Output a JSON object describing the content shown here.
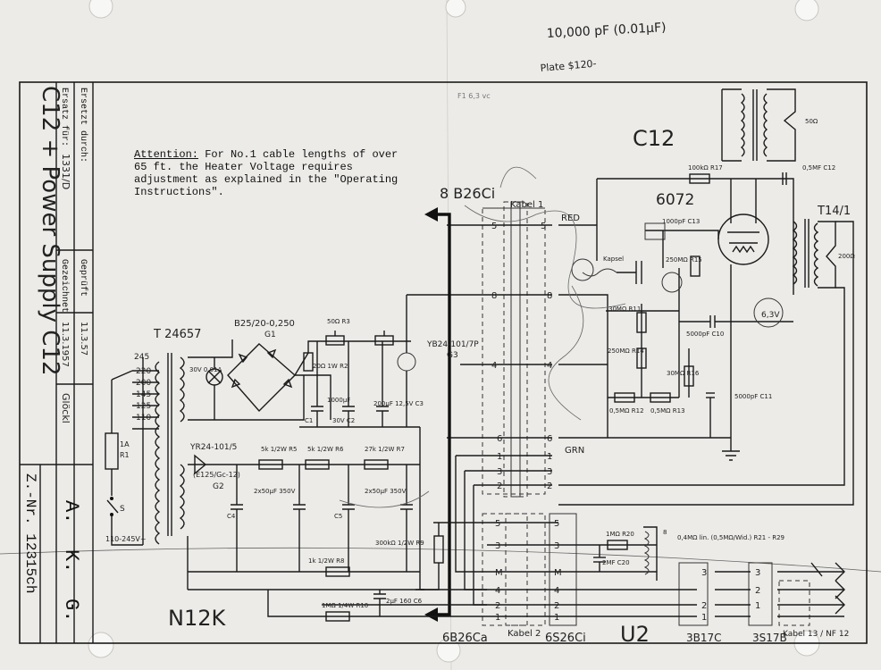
{
  "notes": {
    "capacitor_note": "10,000 pF   (0.01µF)",
    "plate_note": "Plate $120-",
    "pencil_note": "F1 6,3 vc"
  },
  "attention": {
    "heading": "Attention:",
    "text": "For No.1 cable lengths of over 65 ft. the Heater Voltage requires adjustment as explained in the \"Operating Instructions\"."
  },
  "title_block": {
    "handwritten_title": "C12 + Power Supply C12",
    "ersatz_label": "Ersatz für:",
    "ersatz_value": "1331/D",
    "ersetzt_label": "Ersetzt durch:",
    "gezeichnet_label": "Gezeichnet",
    "gezeichnet_date": "11.3.1957",
    "geprueft_label": "Geprüft",
    "geprueft_date": "11.3.57",
    "drawn_by": "Glöckl",
    "company_a": "A.",
    "company_k": "K.",
    "company_g": "G.",
    "drawing_number": "Z.-Nr. 12315ch"
  },
  "sections": {
    "microphone": "C12",
    "power_supply": "N12K",
    "cable_unit": "U2"
  },
  "connectors": {
    "top_connector": "8 B26Ci",
    "cable_1": "Kabel 1",
    "cable_2": "Kabel 2",
    "cable_3": "Kabel 13 / NF 12",
    "connector_a": "6B26Ca",
    "connector_b": "6S26Ci",
    "connector_c": "3B17C",
    "connector_d": "3S17B",
    "red_label": "RED",
    "grn_label": "GRN"
  },
  "components": {
    "tube": "6072",
    "tube_voltage": "6,3V",
    "output_transformer": "T14/1",
    "mains_transformer": "T 24657",
    "rectifier": "B25/20-0,250",
    "rectifier_ref": "G1",
    "regulator_tube": "YR24-101/5",
    "regulator_sub": "(E125/Gc-12)",
    "regulator_ref": "G2",
    "vr_tube": "YB24-101/7P",
    "vr_ref": "G3",
    "lamp": "30V 0,01A",
    "fuse": "1A",
    "fuse_ref": "R1",
    "switch": "S",
    "mains_range": "110-245V~",
    "taps": [
      "245",
      "220",
      "200",
      "145",
      "125",
      "110"
    ],
    "r17": "100kΩ R17",
    "c12": "0,5MF C12",
    "c13": "1000pF C13",
    "r15": "250MΩ R15",
    "r11": "30MΩ R11",
    "r14": "250MΩ R14",
    "r16": "30MΩ R16",
    "r12": "0,5MΩ R12",
    "r13": "0,5MΩ R13",
    "c10": "5000pF C10",
    "c11": "5000pF C11",
    "capsule": "Kapsel",
    "r50": "50Ω",
    "r200": "200Ω",
    "r3": "50Ω R3",
    "r2": "20Ω 1W R2",
    "c1": "C1",
    "c2": "30V C2",
    "c3": "200µF 12,5V C3",
    "c2_val": "1000µF",
    "r5": "5k 1/2W R5",
    "r6": "5k 1/2W R6",
    "r7": "27k 1/2W R7",
    "c4": "C4",
    "c45": "2x50µF 350V",
    "c5": "C5",
    "c5_val": "2x50µF 350V",
    "r8": "1k 1/2W R8",
    "r9": "300kΩ 1/2W R9",
    "r10": "1MΩ 1/4W R10",
    "c6": "2µF 160 C6",
    "r20": "1MΩ R20",
    "c20": "2MF C20",
    "switch_r": "0,4MΩ lin. (0,5MΩ/Wid.) R21 - R29",
    "switch_pos": "8"
  }
}
